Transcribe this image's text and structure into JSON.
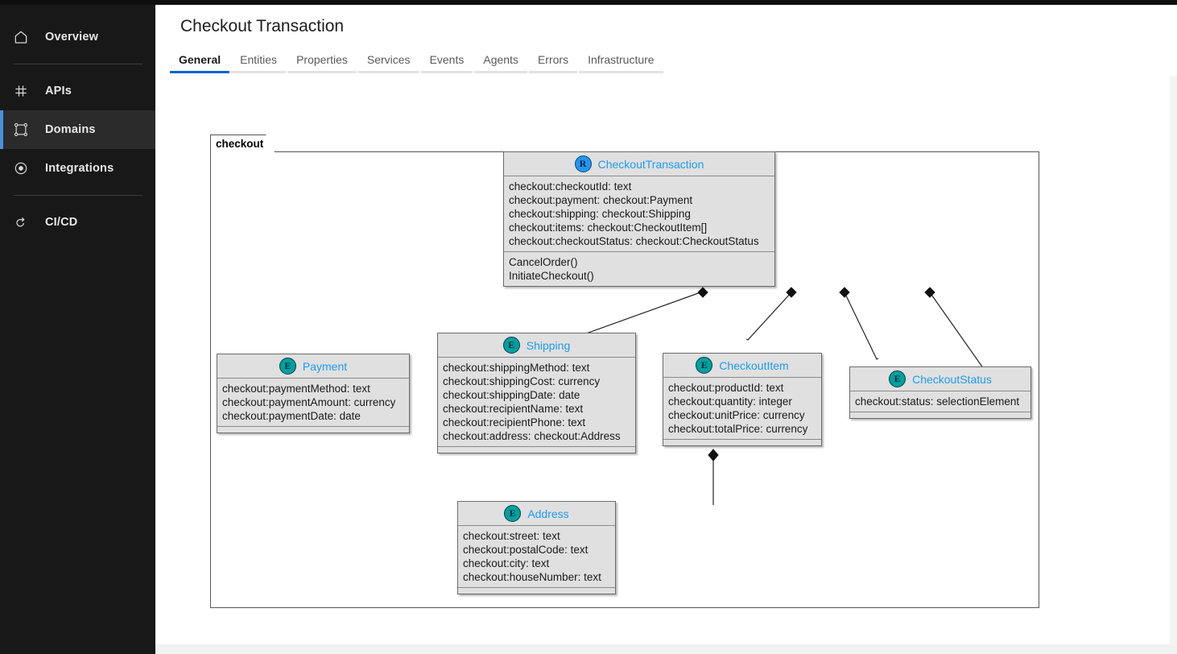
{
  "sidebar": {
    "items": [
      {
        "label": "Overview",
        "icon": "home-icon",
        "active": false
      },
      {
        "label": "APIs",
        "icon": "hash-icon",
        "active": false
      },
      {
        "label": "Domains",
        "icon": "domain-icon",
        "active": true
      },
      {
        "label": "Integrations",
        "icon": "target-icon",
        "active": false
      },
      {
        "label": "CI/CD",
        "icon": "cycle-arrow-icon",
        "active": false
      }
    ]
  },
  "header": {
    "title": "Checkout Transaction"
  },
  "tabs": [
    {
      "label": "General",
      "active": true
    },
    {
      "label": "Entities",
      "active": false
    },
    {
      "label": "Properties",
      "active": false
    },
    {
      "label": "Services",
      "active": false
    },
    {
      "label": "Events",
      "active": false
    },
    {
      "label": "Agents",
      "active": false
    },
    {
      "label": "Errors",
      "active": false
    },
    {
      "label": "Infrastructure",
      "active": false
    }
  ],
  "diagram": {
    "package": "checkout",
    "colors": {
      "class_fill": "#e0e0e0",
      "class_border": "#6b6b6b",
      "title_text": "#1f9cf0",
      "badge_entity": "#00a0a0",
      "badge_root": "#2196f3",
      "edge": "#222222"
    },
    "classes": [
      {
        "id": "CheckoutTransaction",
        "name": "CheckoutTransaction",
        "stereotype": "R",
        "attributes": [
          "checkout:checkoutId: text",
          "checkout:payment: checkout:Payment",
          "checkout:shipping: checkout:Shipping",
          "checkout:items: checkout:CheckoutItem[]",
          "checkout:checkoutStatus: checkout:CheckoutStatus"
        ],
        "operations": [
          "CancelOrder()",
          "InitiateCheckout()"
        ]
      },
      {
        "id": "Payment",
        "name": "Payment",
        "stereotype": "E",
        "attributes": [
          "checkout:paymentMethod: text",
          "checkout:paymentAmount: currency",
          "checkout:paymentDate: date"
        ],
        "operations": []
      },
      {
        "id": "Shipping",
        "name": "Shipping",
        "stereotype": "E",
        "attributes": [
          "checkout:shippingMethod: text",
          "checkout:shippingCost: currency",
          "checkout:shippingDate: date",
          "checkout:recipientName: text",
          "checkout:recipientPhone: text",
          "checkout:address: checkout:Address"
        ],
        "operations": []
      },
      {
        "id": "CheckoutItem",
        "name": "CheckoutItem",
        "stereotype": "E",
        "attributes": [
          "checkout:productId: text",
          "checkout:quantity: integer",
          "checkout:unitPrice: currency",
          "checkout:totalPrice: currency"
        ],
        "operations": []
      },
      {
        "id": "CheckoutStatus",
        "name": "CheckoutStatus",
        "stereotype": "E",
        "attributes": [
          "checkout:status: selectionElement"
        ],
        "operations": []
      },
      {
        "id": "Address",
        "name": "Address",
        "stereotype": "E",
        "attributes": [
          "checkout:street: text",
          "checkout:postalCode: text",
          "checkout:city: text",
          "checkout:houseNumber: text"
        ],
        "operations": []
      }
    ],
    "relations": [
      {
        "from": "CheckoutTransaction",
        "to": "Payment",
        "type": "composition"
      },
      {
        "from": "CheckoutTransaction",
        "to": "Shipping",
        "type": "composition"
      },
      {
        "from": "CheckoutTransaction",
        "to": "CheckoutItem",
        "type": "composition"
      },
      {
        "from": "CheckoutTransaction",
        "to": "CheckoutStatus",
        "type": "composition"
      },
      {
        "from": "Shipping",
        "to": "Address",
        "type": "composition"
      }
    ]
  }
}
